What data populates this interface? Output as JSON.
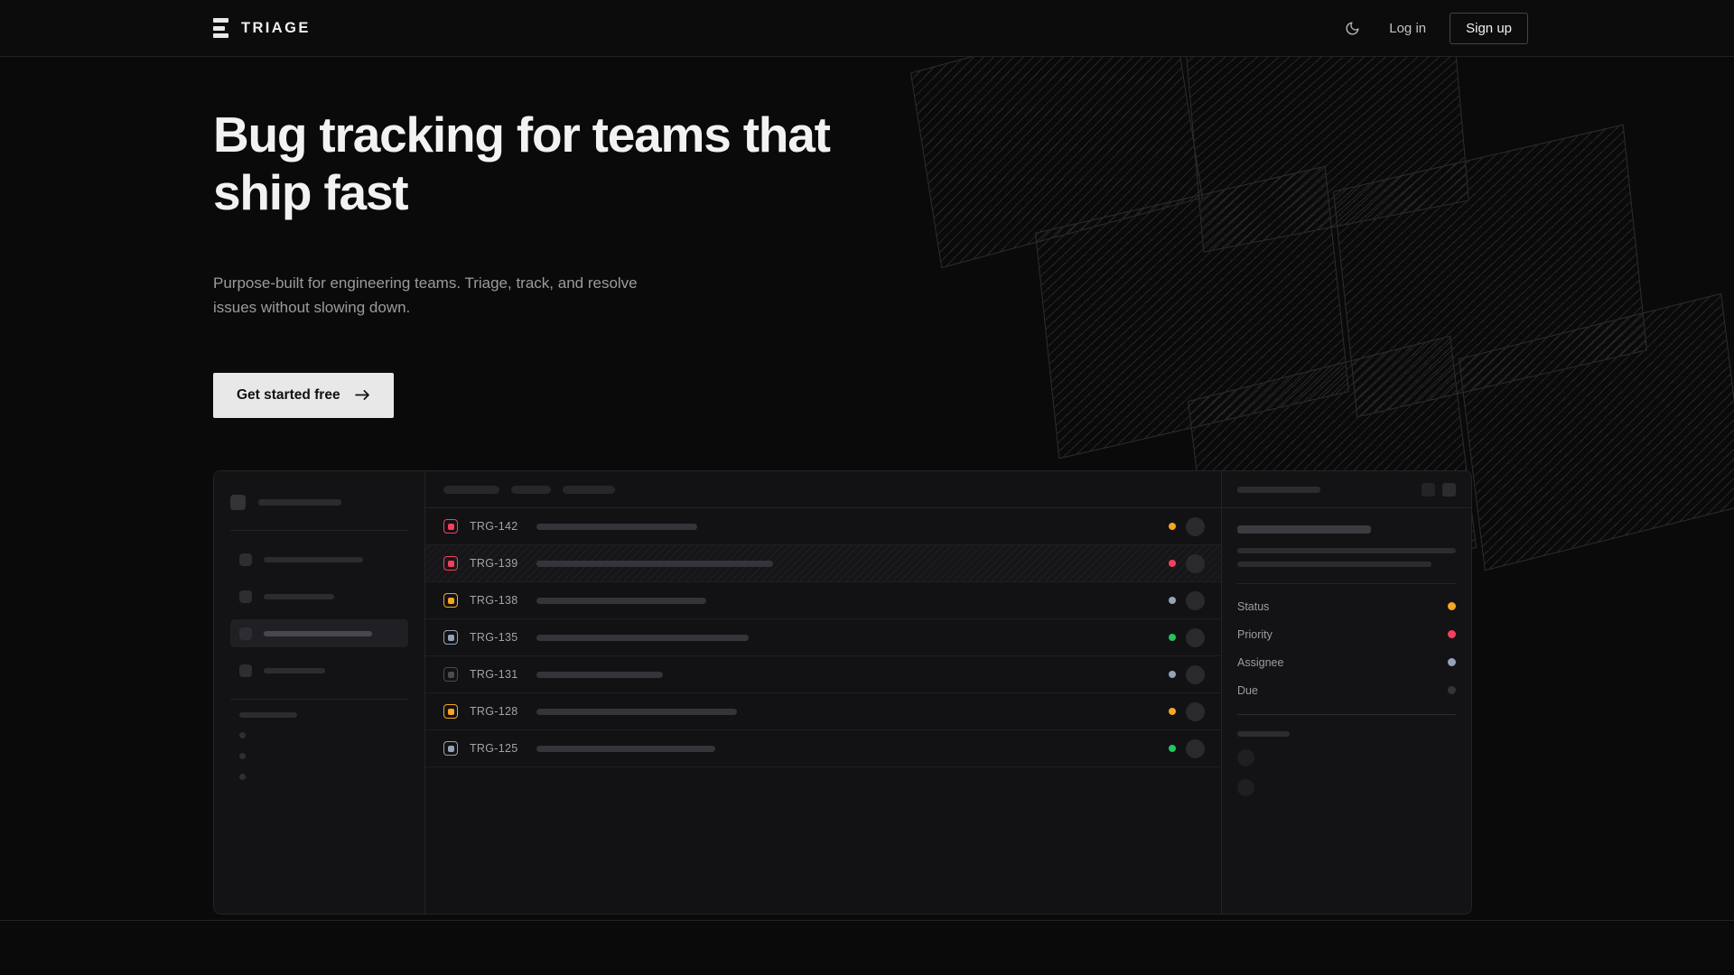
{
  "header": {
    "brand": "TRIAGE",
    "logo_icon": "stacked-bars-icon",
    "theme_toggle_icon": "moon-icon",
    "login_label": "Log in",
    "signup_label": "Sign up"
  },
  "hero": {
    "title": "Bug tracking for teams that ship fast",
    "subtitle": "Purpose-built for engineering teams. Triage, track, and resolve issues without slowing down.",
    "cta_label": "Get started free",
    "cta_icon": "arrow-right-icon"
  },
  "app": {
    "sidebar": {
      "nav_items": [
        {
          "label": "",
          "active": false
        },
        {
          "label": "",
          "active": false
        },
        {
          "label": "",
          "active": true
        },
        {
          "label": "",
          "active": false
        }
      ]
    },
    "list": {
      "filter_chips": [
        62,
        44,
        58
      ],
      "rows": [
        {
          "key": "TRG-142",
          "priority_color": "#f43f5e",
          "status_color": "#f5a623",
          "hatched": false,
          "title_width": 178
        },
        {
          "key": "TRG-139",
          "priority_color": "#f43f5e",
          "status_color": "#f43f5e",
          "hatched": true,
          "title_width": 262
        },
        {
          "key": "TRG-138",
          "priority_color": "#f5a623",
          "status_color": "#94a3b8",
          "hatched": false,
          "title_width": 188
        },
        {
          "key": "TRG-135",
          "priority_color": "#94a3b8",
          "status_color": "#22c55e",
          "hatched": false,
          "title_width": 235
        },
        {
          "key": "TRG-131",
          "priority_color": "#4b4b51",
          "status_color": "#94a3b8",
          "hatched": false,
          "title_width": 140
        },
        {
          "key": "TRG-128",
          "priority_color": "#f5a623",
          "status_color": "#f5a623",
          "hatched": false,
          "title_width": 222
        },
        {
          "key": "TRG-125",
          "priority_color": "#94a3b8",
          "status_color": "#22c55e",
          "hatched": false,
          "title_width": 198
        }
      ]
    },
    "detail": {
      "meta": [
        {
          "label": "Status",
          "color": "#f5a623"
        },
        {
          "label": "Priority",
          "color": "#f43f5e"
        },
        {
          "label": "Assignee",
          "color": "#94a3b8"
        },
        {
          "label": "Due",
          "color": "#333338"
        }
      ]
    }
  },
  "colors": {
    "background": "#0a0a0b",
    "panel": "#111113",
    "border": "#242428",
    "text_primary": "#f2f2f3",
    "text_muted": "#9b9b9f",
    "accent_amber": "#f5a623",
    "accent_pink": "#f43f5e",
    "accent_green": "#22c55e",
    "accent_slate": "#94a3b8"
  }
}
